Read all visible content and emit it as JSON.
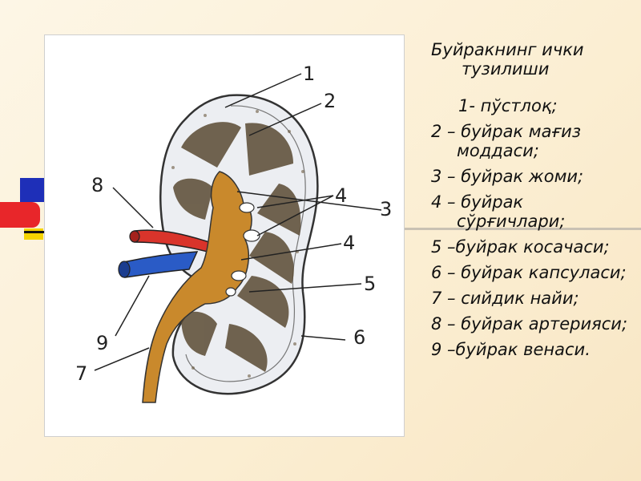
{
  "diagram": {
    "labels": [
      "1",
      "2",
      "3",
      "4",
      "4",
      "5",
      "6",
      "7",
      "8",
      "9"
    ]
  },
  "legend": {
    "title_line1": "Буйракнинг ички",
    "title_line2": "тузилиши",
    "items": [
      "1-  пўстлоқ;",
      "2 – буйрак мағиз моддаси;",
      "3 – буйрак жоми;",
      "4 – буйрак сўрғичлари;",
      "5 –буйрак косачаси;",
      "6 – буйрак капсуласи;",
      "7 – сийдик найи;",
      "8 – буйрак артерияси;",
      "9 –буйрак венаси."
    ]
  },
  "colors": {
    "artery": "#d9342b",
    "vein": "#2a5bc6",
    "pelvis": "#c9892c",
    "medulla": "#4a3a26",
    "deco_blue": "#1e2fb8",
    "deco_red": "#e8262a",
    "deco_yellow": "#f5d400"
  }
}
